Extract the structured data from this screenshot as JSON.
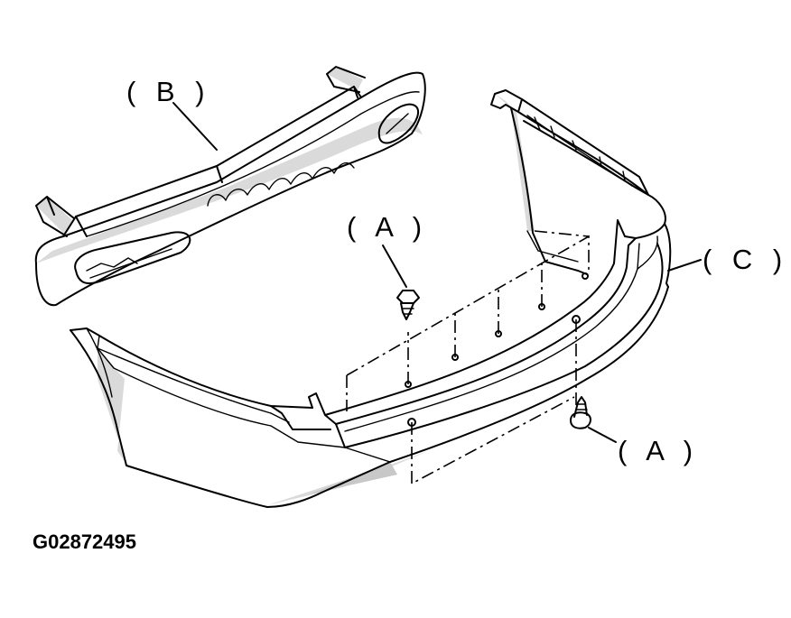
{
  "labels": {
    "b": "( B )",
    "c": "( C )",
    "a_top": "( A )",
    "a_bottom": "( A )"
  },
  "figure_code": "G02872495"
}
